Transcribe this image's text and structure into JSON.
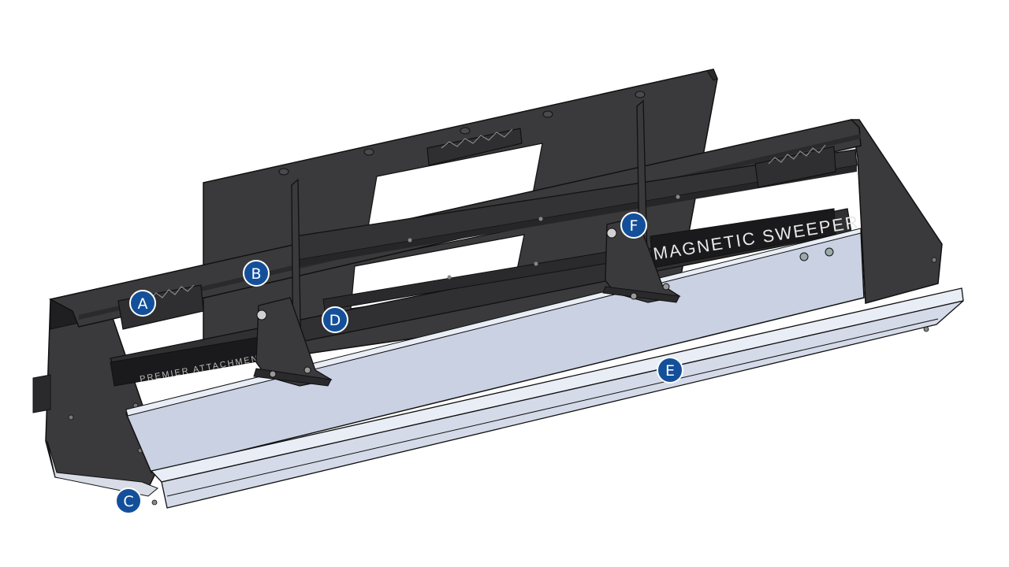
{
  "diagram": {
    "decal_right": "MAGNETIC SWEEPER",
    "decal_left": "PREMIER ATTACHMENTS",
    "callouts": [
      {
        "id": "a",
        "label": "A"
      },
      {
        "id": "b",
        "label": "B"
      },
      {
        "id": "c",
        "label": "C"
      },
      {
        "id": "d",
        "label": "D"
      },
      {
        "id": "e",
        "label": "E"
      },
      {
        "id": "f",
        "label": "F"
      }
    ],
    "colors": {
      "frame": "#3a3a3c",
      "frame_dark": "#2a2a2c",
      "magnet_face": "#c9d1e3",
      "magnet_top": "#e9edf5",
      "callout": "#14509a",
      "outline": "#111111"
    }
  }
}
